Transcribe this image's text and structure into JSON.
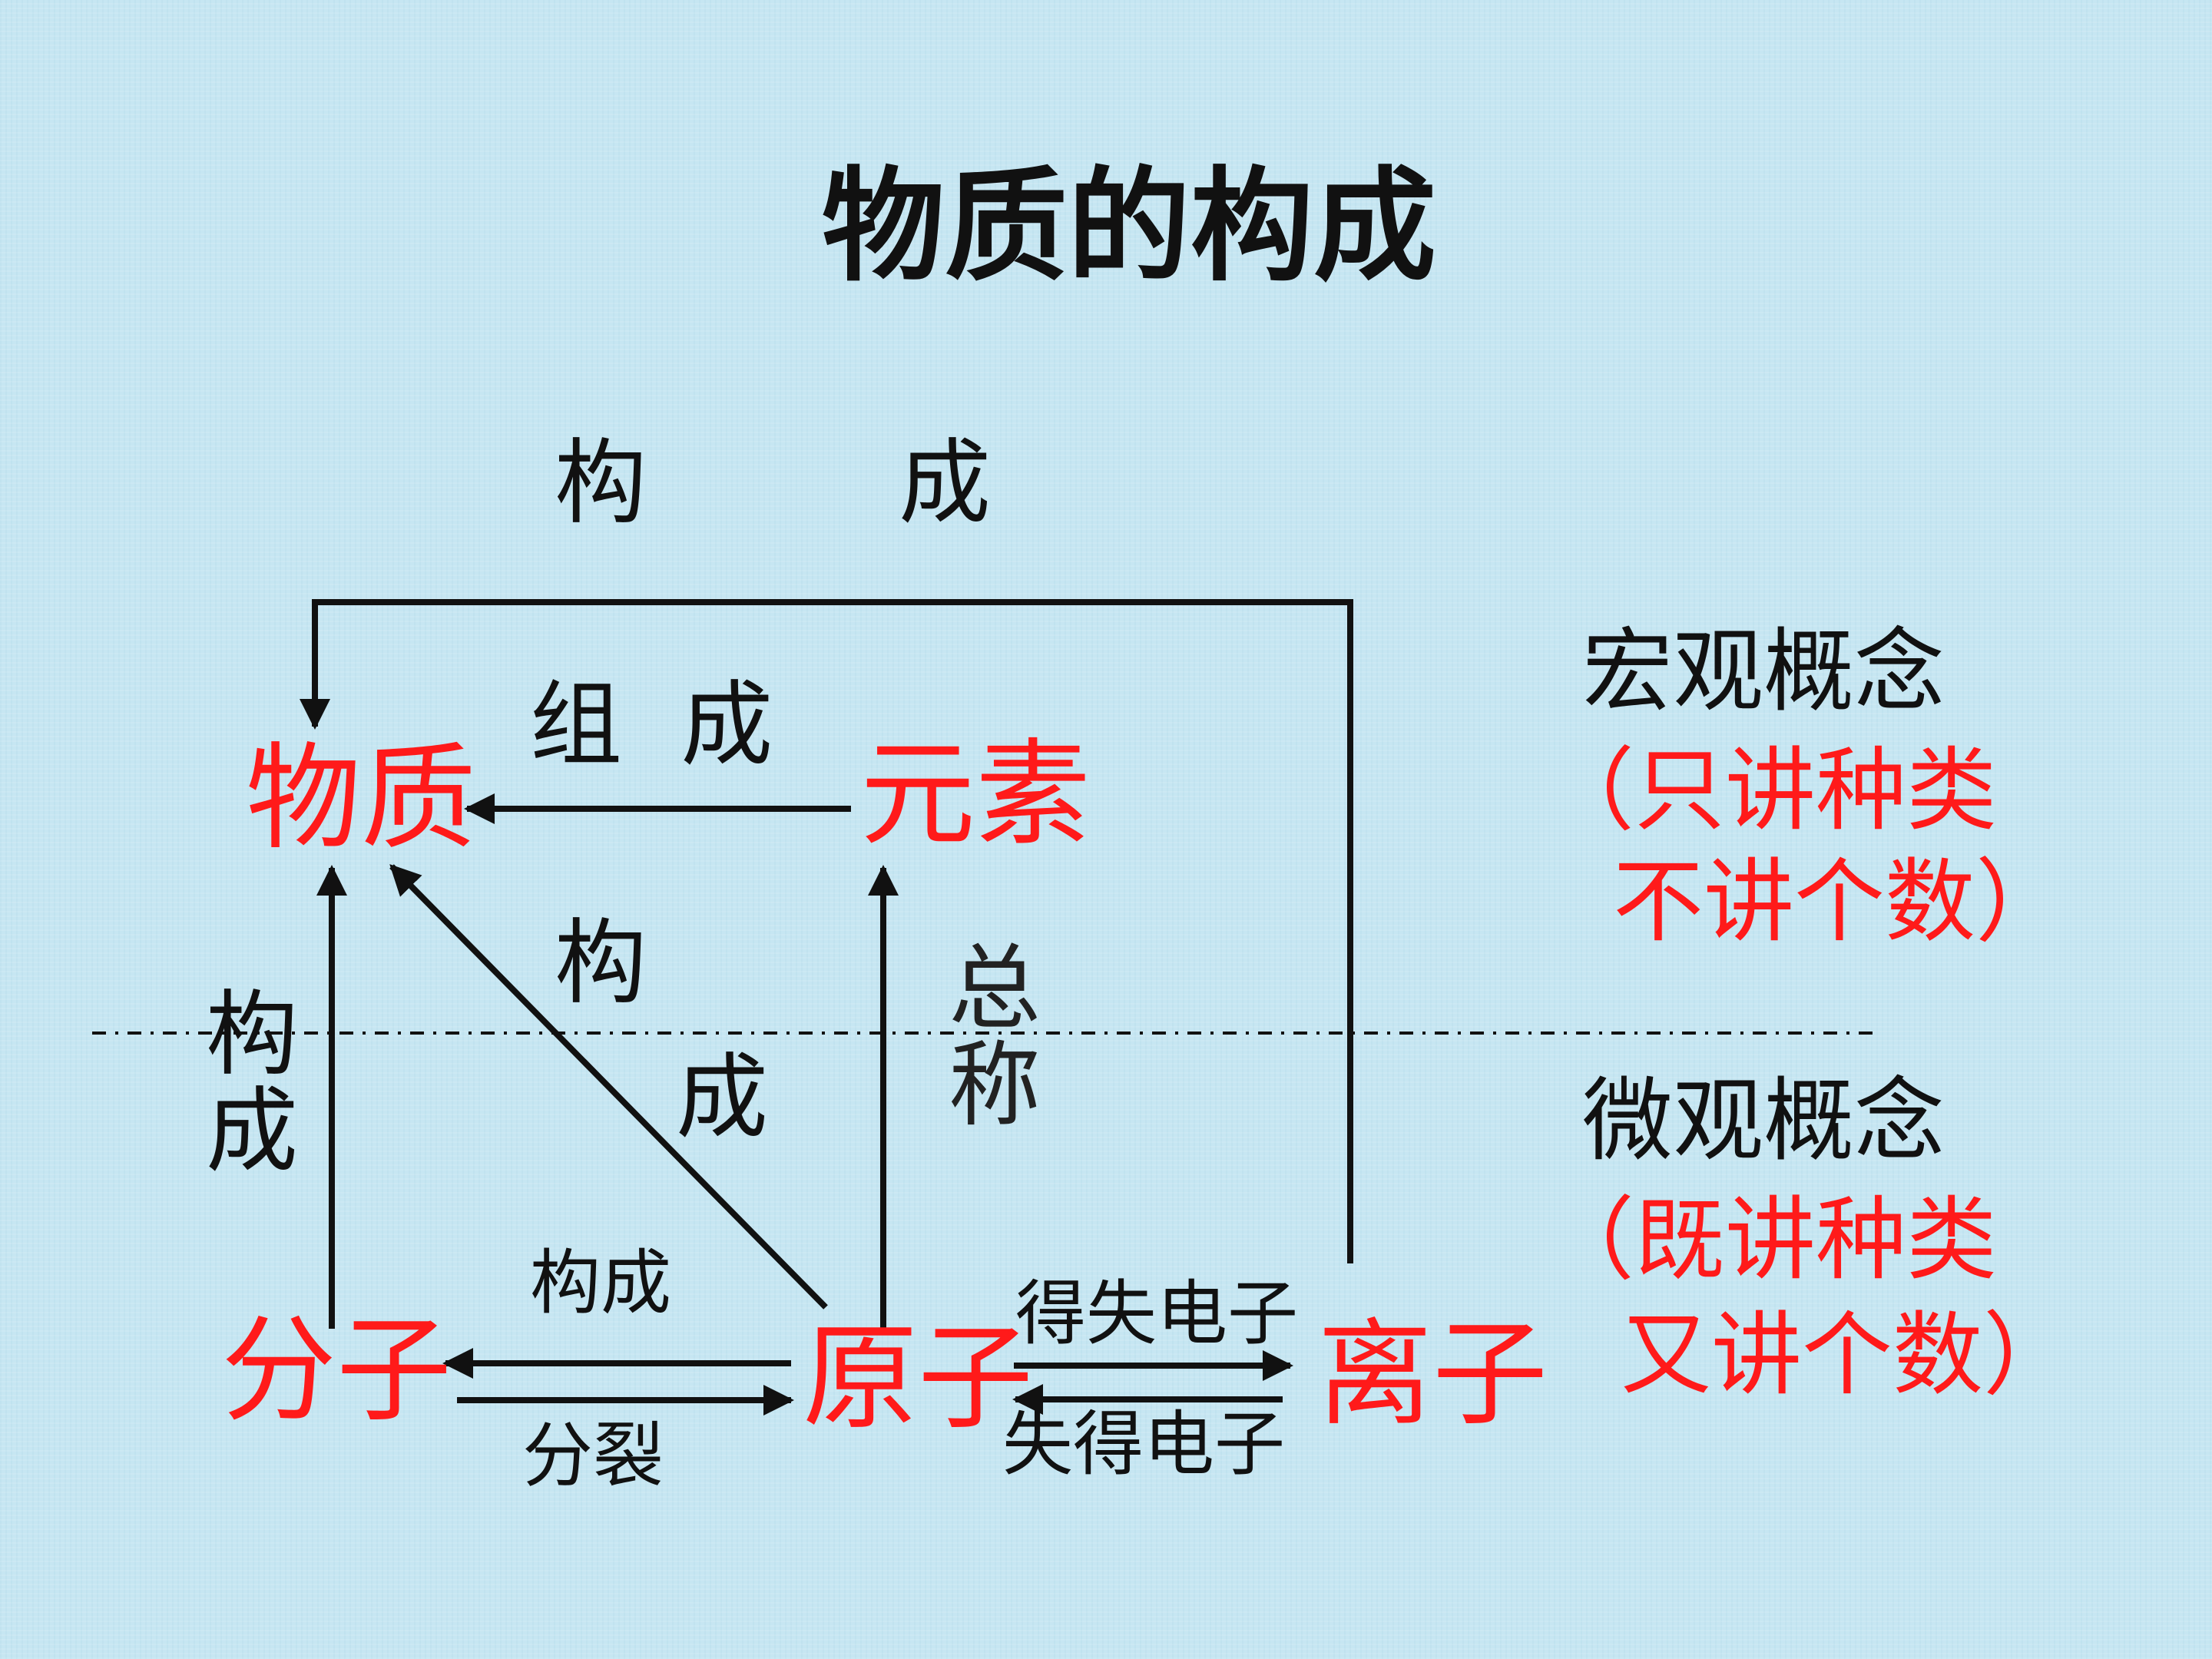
{
  "title": "物质的构成",
  "nodes": {
    "substance": "物质",
    "element": "元素",
    "molecule": "分子",
    "atom": "原子",
    "ion": "离子"
  },
  "edge_labels": {
    "top_constitute_1": "构",
    "top_constitute_2": "成",
    "element_to_substance": "组  成",
    "atom_to_substance_1": "构",
    "atom_to_substance_2": "成",
    "molecule_to_substance_1": "构",
    "molecule_to_substance_2": "成",
    "atom_to_element_1": "总",
    "atom_to_element_2": "称",
    "atom_to_molecule": "构成",
    "molecule_to_atom": "分裂",
    "atom_to_ion": "得失电子",
    "ion_to_atom": "失得电子"
  },
  "categories": {
    "macro": {
      "title": "宏观概念",
      "note_line1": "（只讲种类",
      "note_line2": "不讲个数）"
    },
    "micro": {
      "title": "微观概念",
      "note_line1": "（既讲种类",
      "note_line2": "又讲个数）"
    }
  },
  "colors": {
    "node_text": "#ff1a1a",
    "label_text": "#111111",
    "background": "#c6e6f2"
  }
}
